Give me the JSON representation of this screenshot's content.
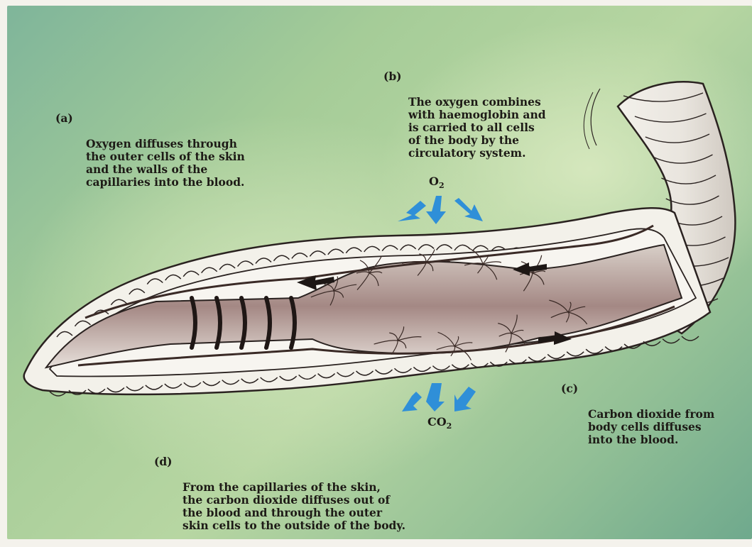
{
  "captions": {
    "a": {
      "letter": "(a)",
      "text": "Oxygen diffuses through\nthe outer cells of the skin\nand the walls of the\ncapillaries into the blood."
    },
    "b": {
      "letter": "(b)",
      "text": "The oxygen combines\nwith haemoglobin and\nis carried to all cells\nof the body by the\ncirculatory system."
    },
    "c": {
      "letter": "(c)",
      "text": "Carbon dioxide from\nbody cells diffuses\ninto the blood."
    },
    "d": {
      "letter": "(d)",
      "text": "From the capillaries of the skin,\nthe carbon dioxide diffuses out of\nthe blood and through the outer\nskin cells to the outside of the body."
    }
  },
  "gases": {
    "o2": {
      "symbol": "O",
      "subscript": "2"
    },
    "co2": {
      "symbol": "CO",
      "subscript": "2"
    }
  },
  "colors": {
    "arrow_blue": "#2f8fd8",
    "skin_fill": "#f3f1ea",
    "outline": "#2a2220",
    "gut_shade": "#8e6f6a",
    "vessel": "#3a2a26"
  }
}
